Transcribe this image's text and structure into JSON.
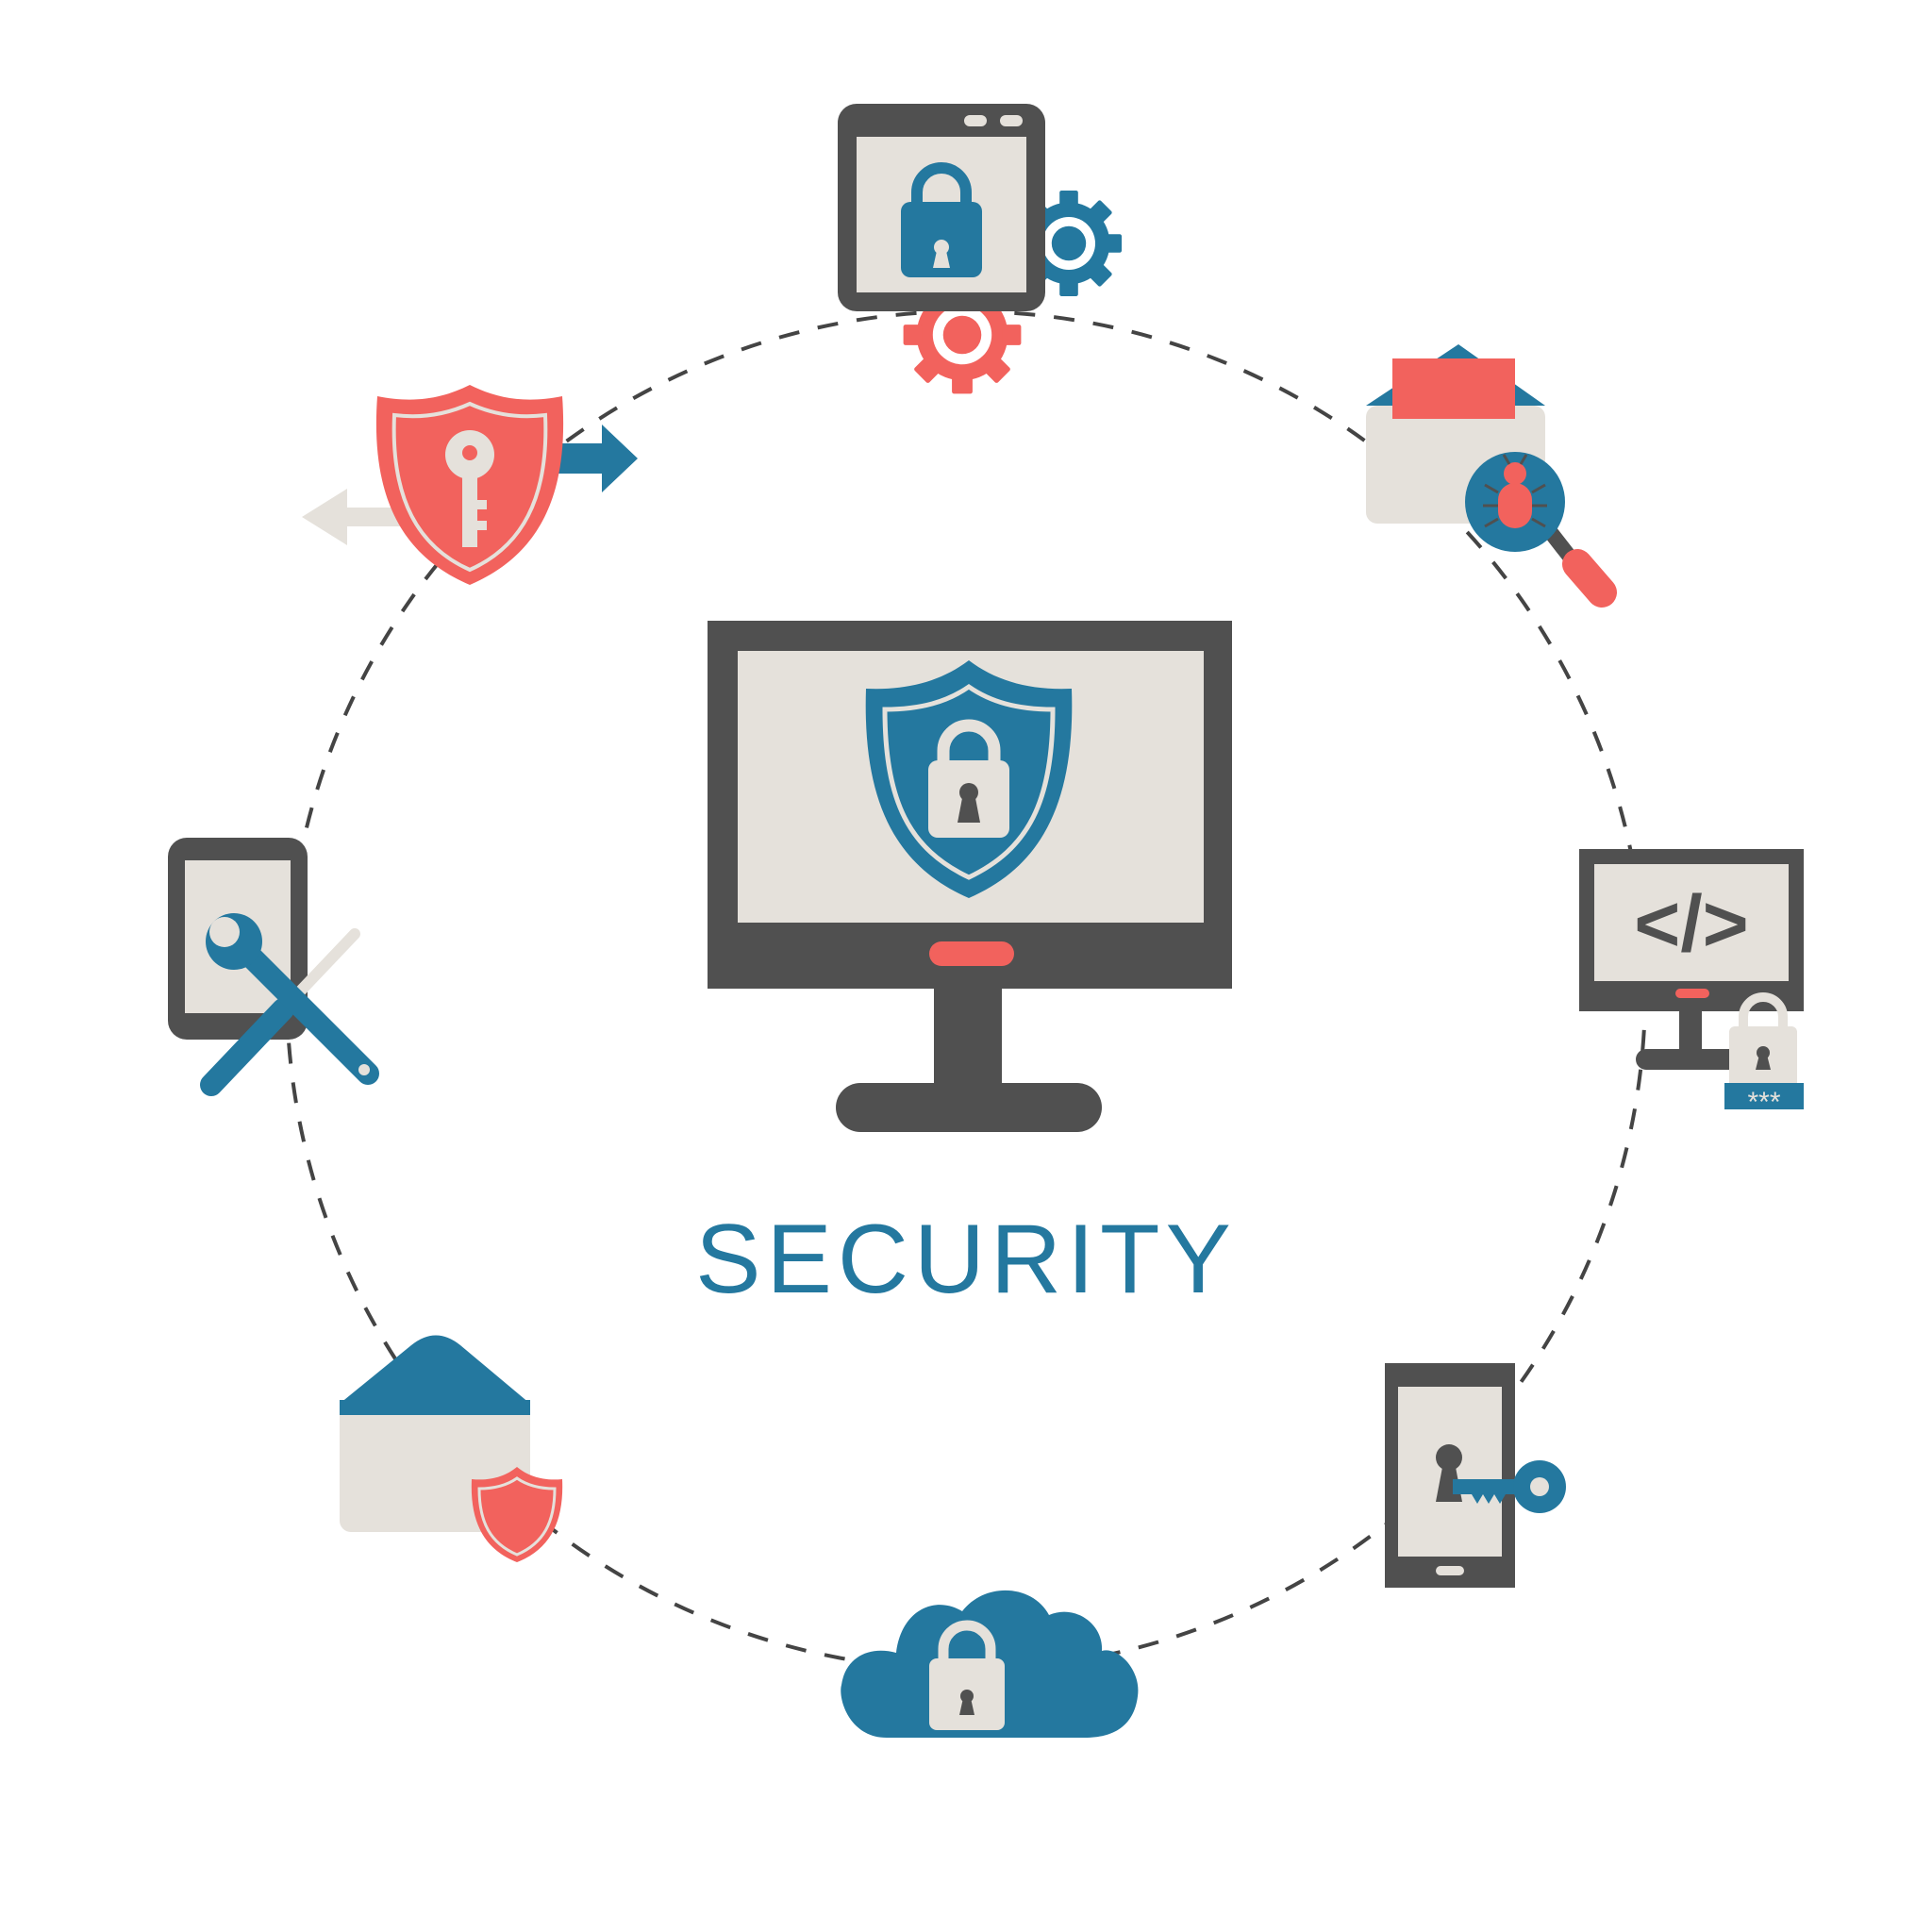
{
  "title": "SECURITY",
  "colors": {
    "blue": "#24789f",
    "red": "#f2625d",
    "dark": "#505050",
    "light": "#e5e1db",
    "dash": "#444444",
    "background": "#ffffff"
  },
  "password_mask": "***",
  "nodes": [
    {
      "id": "top",
      "icon": "tablet-padlock-gears-icon"
    },
    {
      "id": "top-right",
      "icon": "mail-bug-search-icon"
    },
    {
      "id": "right",
      "icon": "code-monitor-password-icon"
    },
    {
      "id": "bottom-right",
      "icon": "phone-keyhole-key-icon"
    },
    {
      "id": "bottom",
      "icon": "cloud-padlock-icon"
    },
    {
      "id": "bottom-left",
      "icon": "envelope-shield-icon"
    },
    {
      "id": "left",
      "icon": "phone-tools-icon"
    },
    {
      "id": "top-left",
      "icon": "shield-key-arrows-icon"
    }
  ],
  "center": {
    "icon": "monitor-shield-padlock-icon"
  }
}
